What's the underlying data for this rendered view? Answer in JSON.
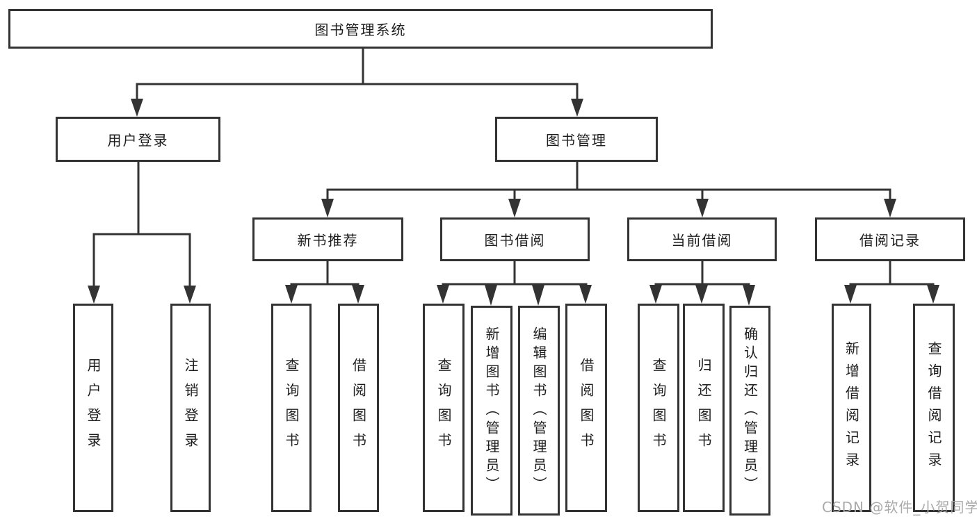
{
  "colors": {
    "line": "#333333",
    "text": "#1d1d1d",
    "background": "#ffffff",
    "watermark": "#a9a9a9"
  },
  "watermark": "CSDN @软件_小贺同学",
  "tree": {
    "label": "图书管理系统",
    "children": [
      {
        "label": "用户登录",
        "children": [
          {
            "label": "用户登录"
          },
          {
            "label": "注销登录"
          }
        ]
      },
      {
        "label": "图书管理",
        "children": [
          {
            "label": "新书推荐",
            "children": [
              {
                "label": "查询图书"
              },
              {
                "label": "借阅图书"
              }
            ]
          },
          {
            "label": "图书借阅",
            "children": [
              {
                "label": "查询图书"
              },
              {
                "label": "新增图书（管理员）"
              },
              {
                "label": "编辑图书（管理员）"
              },
              {
                "label": "借阅图书"
              }
            ]
          },
          {
            "label": "当前借阅",
            "children": [
              {
                "label": "查询图书"
              },
              {
                "label": "归还图书"
              },
              {
                "label": "确认归还（管理员）"
              }
            ]
          },
          {
            "label": "借阅记录",
            "children": [
              {
                "label": "新增借阅记录"
              },
              {
                "label": "查询借阅记录"
              }
            ]
          }
        ]
      }
    ]
  }
}
